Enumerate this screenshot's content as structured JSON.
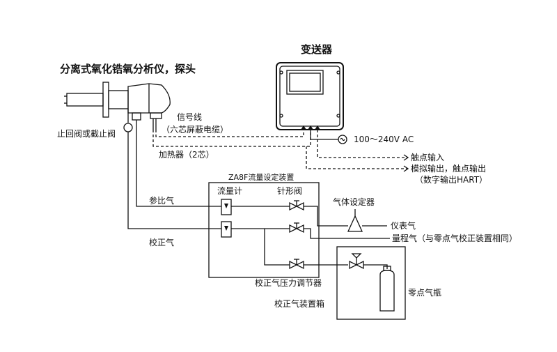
{
  "labels": {
    "probe_title": "分离式氧化锆氧分析仪，探头",
    "transmitter": "变送器",
    "check_valve": "止回阀或截止阀",
    "signal_line": "信号线",
    "shielded_cable": "（六芯屏蔽电缆）",
    "power": "100～240V AC",
    "heater": "加热器（2芯）",
    "contact_input": "触点输入",
    "analog_output": "模拟输出，触点输出",
    "digital_output": "（数字输出HART）",
    "flow_device": "ZA8F流量设定装置",
    "flowmeter": "流量计",
    "needle_valve": "针形阀",
    "gas_setter": "气体设定器",
    "reference_gas": "参比气",
    "instrument_air": "仪表气",
    "span_gas": "量程气（与零点气校正装置相同）",
    "calibration_gas": "校正气",
    "cal_pressure_regulator": "校正气压力调节器",
    "zero_gas_cylinder": "零点气瓶",
    "cal_gas_unit": "校正气装置箱"
  }
}
